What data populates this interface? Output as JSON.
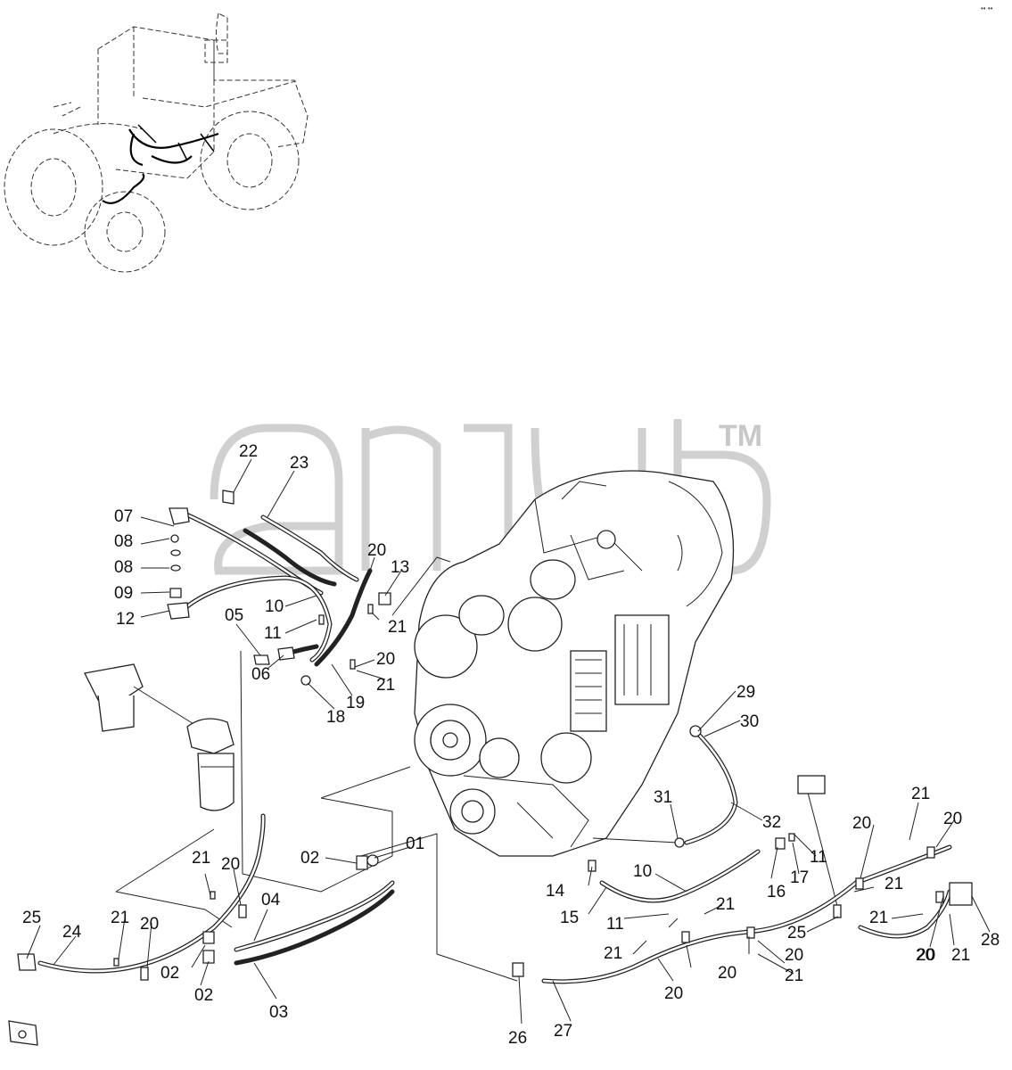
{
  "watermark": {
    "mark": "TM"
  },
  "callouts": [
    {
      "id": "c22",
      "text": "22"
    },
    {
      "id": "c23",
      "text": "23"
    },
    {
      "id": "c07",
      "text": "07"
    },
    {
      "id": "c08a",
      "text": "08"
    },
    {
      "id": "c08b",
      "text": "08"
    },
    {
      "id": "c09",
      "text": "09"
    },
    {
      "id": "c12",
      "text": "12"
    },
    {
      "id": "c20a",
      "text": "20"
    },
    {
      "id": "c13",
      "text": "13"
    },
    {
      "id": "c10a",
      "text": "10"
    },
    {
      "id": "c05",
      "text": "05"
    },
    {
      "id": "c11a",
      "text": "11"
    },
    {
      "id": "c21a",
      "text": "21"
    },
    {
      "id": "c20b",
      "text": "20"
    },
    {
      "id": "c06",
      "text": "06"
    },
    {
      "id": "c21b",
      "text": "21"
    },
    {
      "id": "c19",
      "text": "19"
    },
    {
      "id": "c18",
      "text": "18"
    },
    {
      "id": "c29",
      "text": "29"
    },
    {
      "id": "c30",
      "text": "30"
    },
    {
      "id": "c31",
      "text": "31"
    },
    {
      "id": "c32",
      "text": "32"
    },
    {
      "id": "c21c",
      "text": "21"
    },
    {
      "id": "c20c",
      "text": "20"
    },
    {
      "id": "c20d",
      "text": "20"
    },
    {
      "id": "c01",
      "text": "01"
    },
    {
      "id": "c02a",
      "text": "02"
    },
    {
      "id": "c21d",
      "text": "21"
    },
    {
      "id": "c20e",
      "text": "20"
    },
    {
      "id": "c14",
      "text": "14"
    },
    {
      "id": "c10b",
      "text": "10"
    },
    {
      "id": "c11b",
      "text": "11"
    },
    {
      "id": "c16",
      "text": "16"
    },
    {
      "id": "c17",
      "text": "17"
    },
    {
      "id": "c21e",
      "text": "21"
    },
    {
      "id": "c04",
      "text": "04"
    },
    {
      "id": "c15",
      "text": "15"
    },
    {
      "id": "c11c",
      "text": "11"
    },
    {
      "id": "c21f",
      "text": "21"
    },
    {
      "id": "c25a",
      "text": "25"
    },
    {
      "id": "c24",
      "text": "24"
    },
    {
      "id": "c21g",
      "text": "21"
    },
    {
      "id": "c20f",
      "text": "20"
    },
    {
      "id": "c21h",
      "text": "21"
    },
    {
      "id": "c20g",
      "text": "20"
    },
    {
      "id": "c25b",
      "text": "25"
    },
    {
      "id": "c21i",
      "text": "21"
    },
    {
      "id": "c20h",
      "text": "20"
    },
    {
      "id": "c28",
      "text": "28"
    },
    {
      "id": "c02b",
      "text": "02"
    },
    {
      "id": "c02c",
      "text": "02"
    },
    {
      "id": "c03",
      "text": "03"
    },
    {
      "id": "c20i",
      "text": "20"
    },
    {
      "id": "c21j",
      "text": "21"
    },
    {
      "id": "c20j",
      "text": "20"
    },
    {
      "id": "c21k",
      "text": "21"
    },
    {
      "id": "c26",
      "text": "26"
    },
    {
      "id": "c27",
      "text": "27"
    },
    {
      "id": "c20k",
      "text": "20"
    }
  ],
  "colors": {
    "line": "#222222",
    "background": "#ffffff",
    "watermark": "#d0d0d0"
  },
  "corner_mark": "•• ••"
}
